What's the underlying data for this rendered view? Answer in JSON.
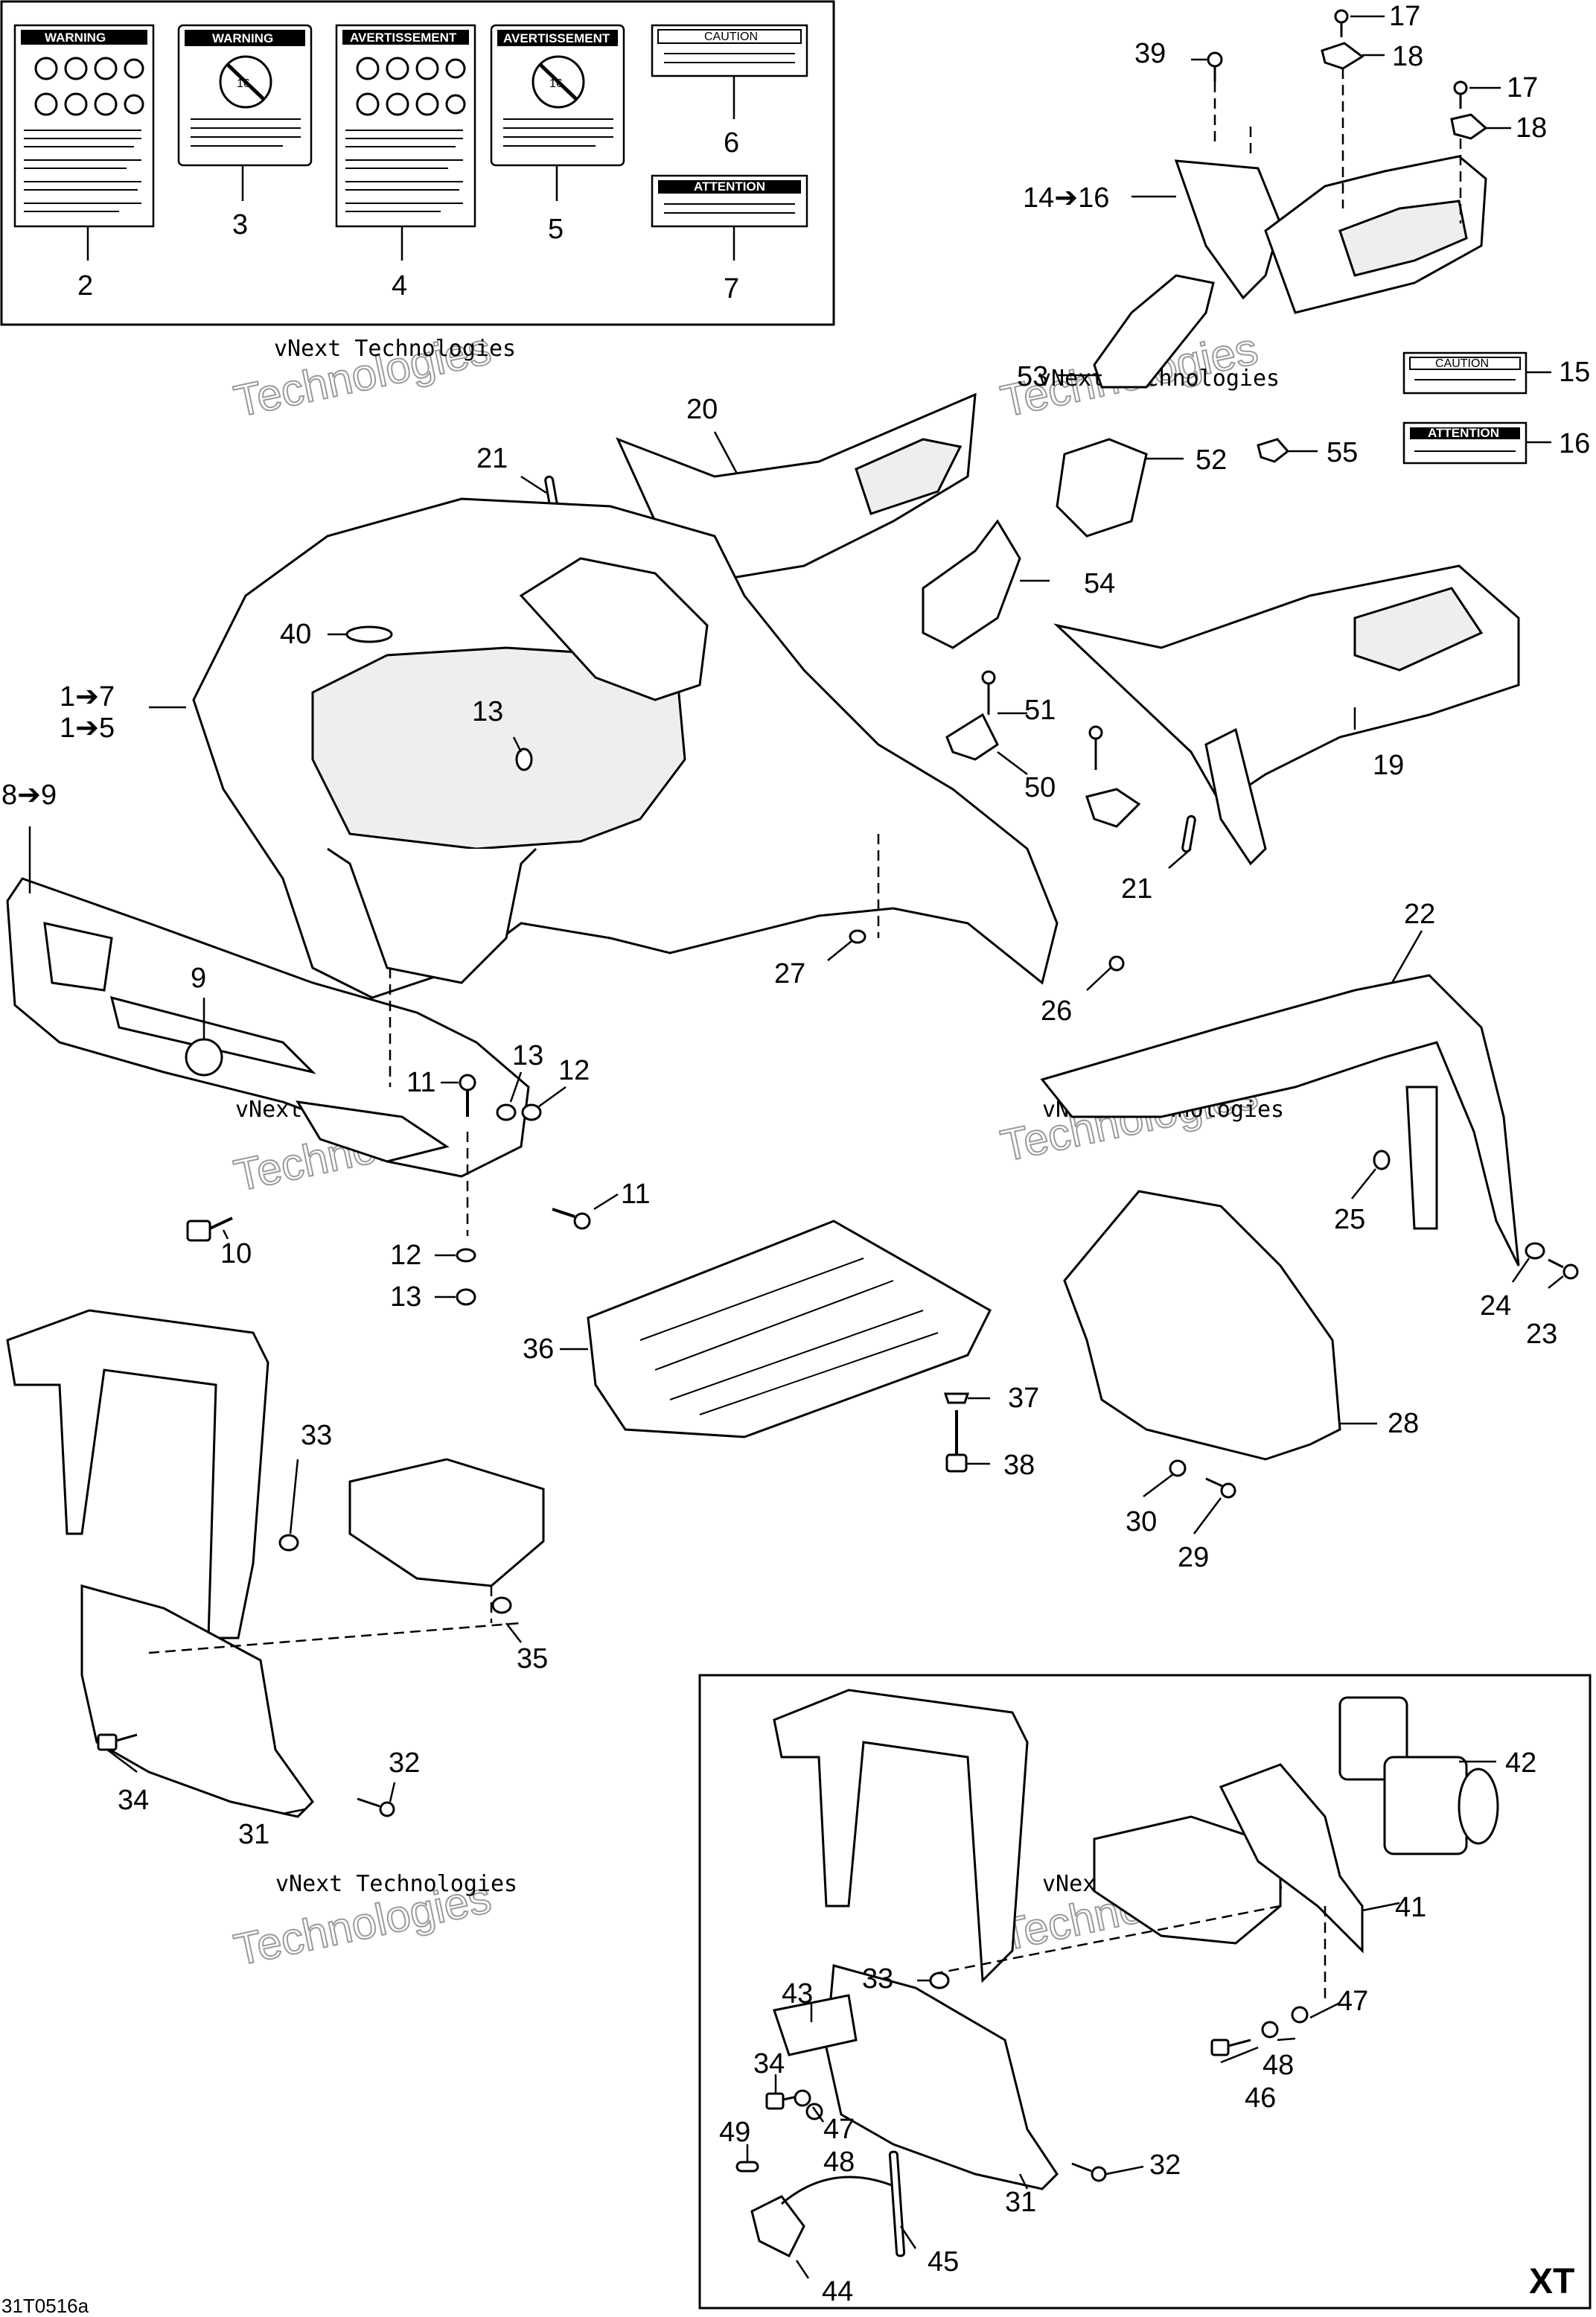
{
  "callouts": {
    "c17a": "17",
    "c18a": "18",
    "c39": "39",
    "c17b": "17",
    "c18b": "18",
    "c14_16": "14➔16",
    "c15": "15",
    "c16": "16",
    "c53": "53",
    "c52": "52",
    "c55": "55",
    "c54": "54",
    "c20": "20",
    "c21a": "21",
    "c40": "40",
    "c1_7": "1➔7",
    "c1_5": "1➔5",
    "c13a": "13",
    "c8_9": "8➔9",
    "c9": "9",
    "c51": "51",
    "c50": "50",
    "c19": "19",
    "c21b": "21",
    "c27": "27",
    "c26": "26",
    "c22": "22",
    "c11a": "11",
    "c13b": "13",
    "c12a": "12",
    "c10": "10",
    "c11b": "11",
    "c12b": "12",
    "c13c": "13",
    "c25": "25",
    "c24": "24",
    "c23": "23",
    "c36": "36",
    "c37": "37",
    "c38": "38",
    "c28": "28",
    "c30": "30",
    "c29": "29",
    "c33a": "33",
    "c35": "35",
    "c34a": "34",
    "c32a": "32",
    "c31a": "31",
    "c2": "2",
    "c3": "3",
    "c4": "4",
    "c5": "5",
    "c6": "6",
    "c7": "7",
    "c42": "42",
    "c41": "41",
    "c33b": "33",
    "c47a": "47",
    "c48a": "48",
    "c46": "46",
    "c43": "43",
    "c34b": "34",
    "c47b": "47",
    "c48b": "48",
    "c49": "49",
    "c32b": "32",
    "c31b": "31",
    "c44": "44",
    "c45": "45"
  },
  "decals": {
    "d2_head": "WARNING",
    "d3_head": "WARNING",
    "d4_head": "AVERTISSEMENT",
    "d5_head": "AVERTISSEMENT",
    "d6_head": "CAUTION",
    "d7_head": "ATTENTION",
    "d15_head": "CAUTION",
    "d16_head": "ATTENTION",
    "age_badge": "16"
  },
  "watermark": {
    "line1": "vNext Technologies",
    "line2": "Technologies"
  },
  "inset_label": "XT",
  "figure_code": "31T0516a"
}
